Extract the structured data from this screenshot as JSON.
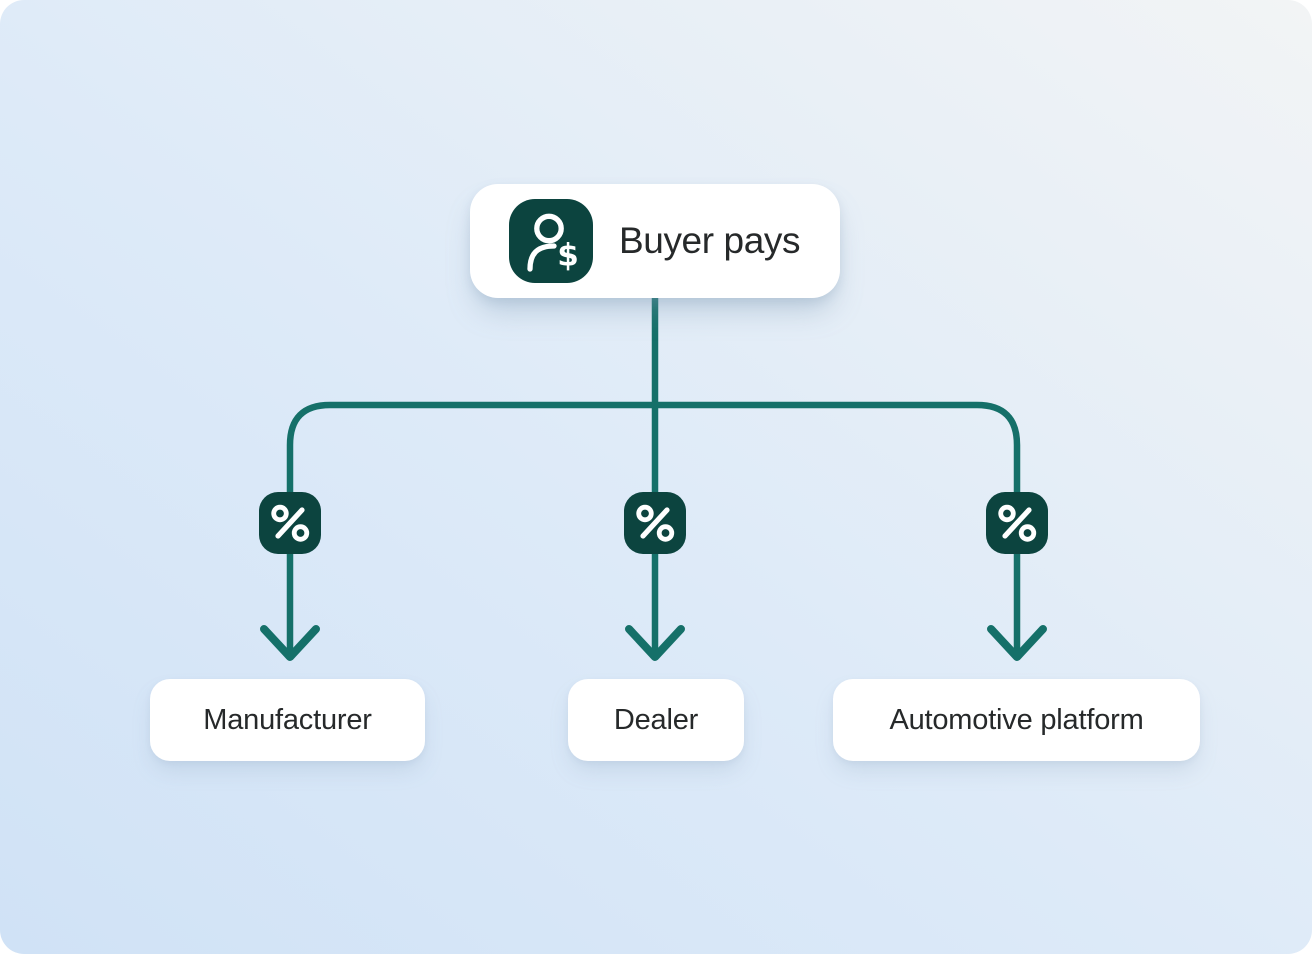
{
  "diagram": {
    "root": {
      "label": "Buyer pays",
      "icon": "user-dollar-icon",
      "dollar_glyph": "$"
    },
    "branches": {
      "icon": "percent-icon",
      "children": [
        {
          "label": "Manufacturer"
        },
        {
          "label": "Dealer"
        },
        {
          "label": "Automotive platform"
        }
      ]
    },
    "colors": {
      "line": "#157069",
      "icon_bg": "#0c443f",
      "card_bg": "#ffffff",
      "text": "#26292a",
      "bg_start": "#d0e2f6",
      "bg_end": "#f2f4f5",
      "page_bg": "#ffffff"
    }
  }
}
